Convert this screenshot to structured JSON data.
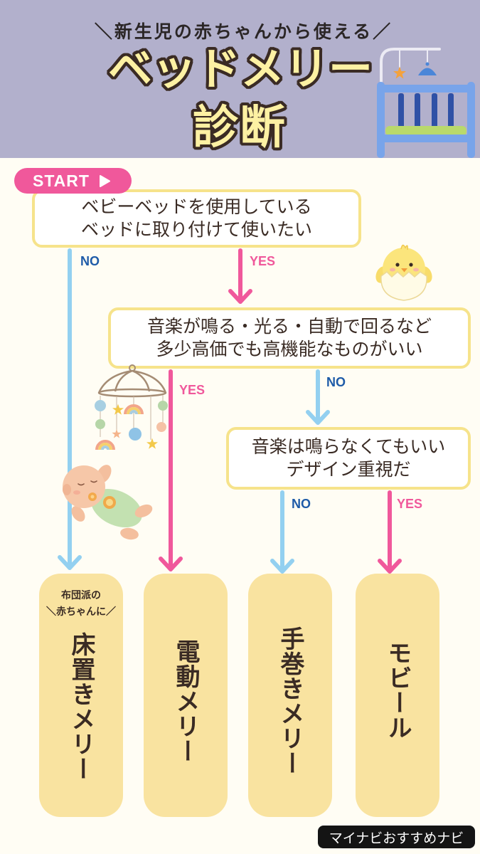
{
  "header": {
    "subtitle": "＼新生児の赤ちゃんから使える／",
    "title_line1": "ベッドメリー",
    "title_line2": "診断"
  },
  "start": {
    "label": "START",
    "icon": "play-triangle-icon"
  },
  "questions": [
    {
      "line1": "ベビーベッドを使用している",
      "line2": "ベッドに取り付けて使いたい"
    },
    {
      "line1": "音楽が鳴る・光る・自動で回るなど",
      "line2": "多少高価でも高機能なものがいい"
    },
    {
      "line1": "音楽は鳴らなくてもいい",
      "line2": "デザイン重視だ"
    }
  ],
  "answers": {
    "yes": "YES",
    "no": "NO"
  },
  "results": [
    {
      "note_line1": "布団派の",
      "note_line2": "＼赤ちゃんに／",
      "name": "床置きメリー"
    },
    {
      "name": "電動メリー"
    },
    {
      "name": "手巻きメリー"
    },
    {
      "name": "モビール"
    }
  ],
  "credit": "マイナビおすすめナビ",
  "illustrations": [
    "crib-with-mobile-icon",
    "chick-in-egg-icon",
    "hanging-mobile-icon",
    "baby-icon"
  ],
  "colors": {
    "header_bg": "#b2b0cc",
    "page_bg": "#fffdf4",
    "title_fill": "#fdf1a3",
    "title_outline": "#3a2b24",
    "text": "#3a2b24",
    "question_border": "#f6e38b",
    "result_bg": "#f9e3a0",
    "yes_pink": "#f0589b",
    "no_arrow_blue": "#93d0f0",
    "no_label_blue": "#1e5ba8",
    "credit_bg": "#141414"
  }
}
